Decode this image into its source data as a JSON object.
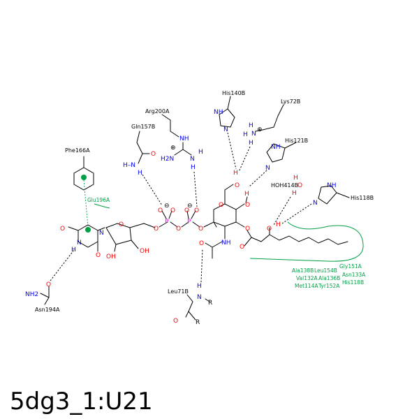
{
  "title": "5dg3_1:U21",
  "residues": {
    "phe166a": "Phe166A",
    "glu196a": "Glu196A",
    "asn194a": "Asn194A",
    "gln157b": "Gln157B",
    "arg200a": "Arg200A",
    "his140b": "His140B",
    "lys72b": "Lys72B",
    "his121b": "His121B",
    "hoh414b": "HOH414B",
    "his118b": "His118B",
    "leu71b": "Leu71B"
  },
  "hydrophobic": {
    "ala138b": "Ala138B",
    "leu154b": "Leu154B",
    "gly151a": "Gly151A",
    "asn133a": "Asn133A",
    "val132a": "Val132A",
    "ala136b": "Ala136B",
    "met114a": "Met114A",
    "tyr152a": "Tyr152A",
    "his118b": "His118B"
  },
  "atoms": {
    "N": "N",
    "NH": "NH",
    "H": "H",
    "O": "O",
    "OH": "OH",
    "P": "P",
    "NH2": "NH2",
    "H2N": "H2N",
    "R": "R",
    "minus": "⊖",
    "plus": "⊕",
    "HN": "H–N"
  },
  "colors": {
    "nitrogen": "#0000ff",
    "oxygen": "#ff0000",
    "phosphorus": "#ff00ff",
    "interaction": "#00a046"
  }
}
